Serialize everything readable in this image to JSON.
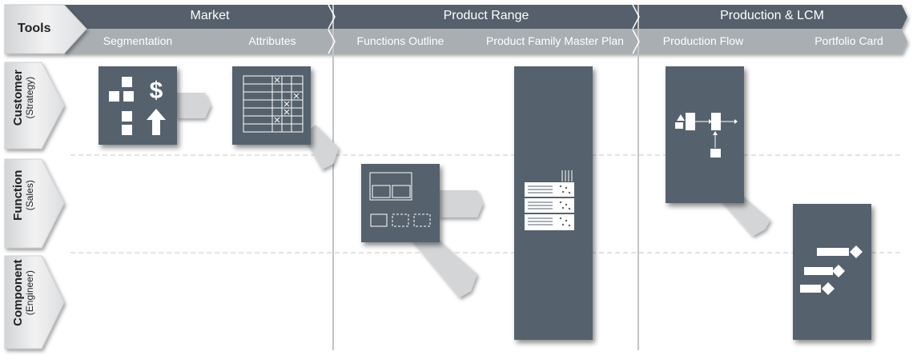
{
  "header": {
    "tools_label": "Tools",
    "phases": [
      "Market",
      "Product Range",
      "Production & LCM"
    ],
    "steps": [
      "Segmentation",
      "Attributes",
      "Functions Outline",
      "Product Family Master Plan",
      "Production Flow",
      "Portfolio Card"
    ]
  },
  "rows": [
    {
      "label": "Customer",
      "sub": "(Strategy)"
    },
    {
      "label": "Function",
      "sub": "(Sales)"
    },
    {
      "label": "Component",
      "sub": "(Engineer)"
    }
  ],
  "colors": {
    "header_dark": "#55616c",
    "header_light": "#a9aeb3",
    "tool_box": "#55626d",
    "connector": "#d3d5d7",
    "row_tab": "#e4e5e6",
    "divider": "#c8c8c8"
  },
  "icons": {
    "segmentation": [
      "square-icon",
      "dollar-icon",
      "up-arrow-icon"
    ],
    "attributes": "table-grid-icon",
    "functions_outline": "wireframe-icon",
    "master_plan": "stacked-list-icon",
    "production_flow": "flow-chart-icon",
    "portfolio_card": "milestone-bars-icon"
  }
}
